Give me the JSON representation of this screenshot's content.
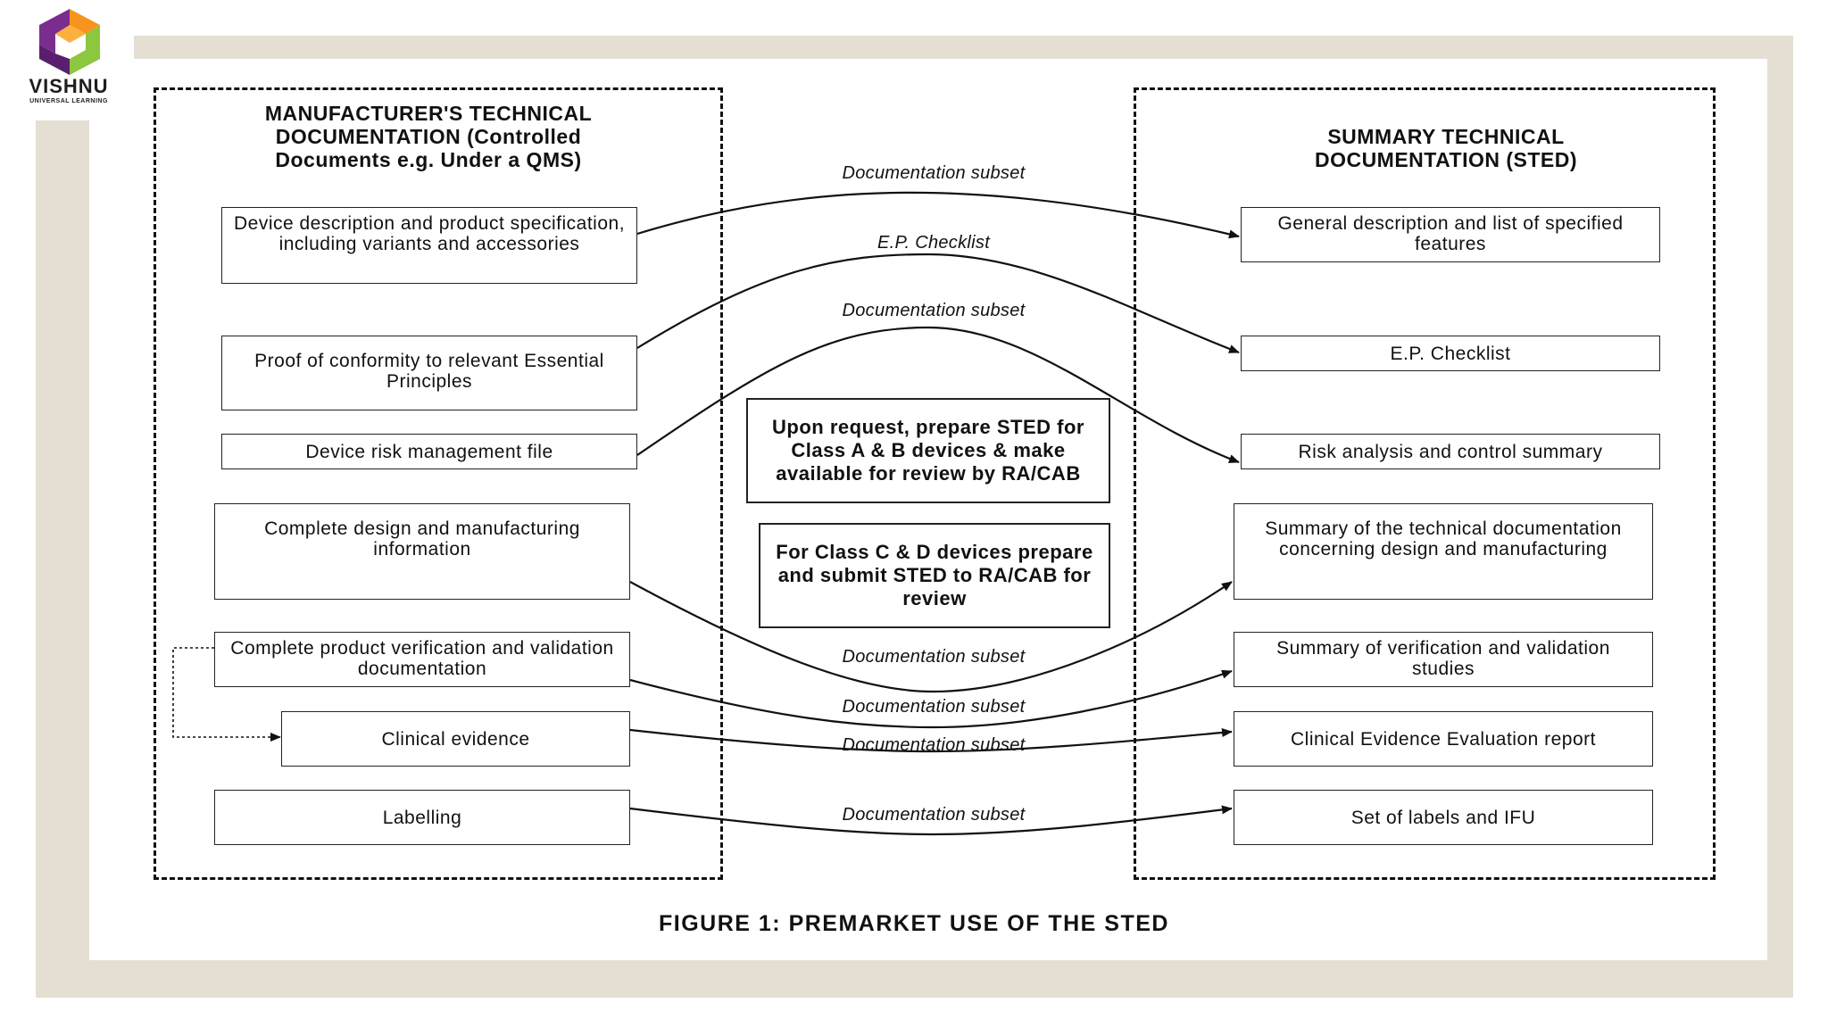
{
  "logo": {
    "name": "VISHNU",
    "tagline": "UNIVERSAL LEARNING"
  },
  "left_panel": {
    "heading": "MANUFACTURER'S TECHNICAL DOCUMENTATION (Controlled Documents e.g. Under a QMS)",
    "boxes": [
      "Device description and product specification, including variants and accessories",
      "Proof of conformity to relevant Essential Principles",
      "Device risk management file",
      "Complete design and manufacturing information",
      "Complete product verification and validation documentation",
      "Clinical evidence",
      "Labelling"
    ]
  },
  "right_panel": {
    "heading": "SUMMARY TECHNICAL DOCUMENTATION (STED)",
    "boxes": [
      "General description and list of specified features",
      "E.P. Checklist",
      "Risk analysis and control summary",
      "Summary of the technical documentation concerning design and manufacturing",
      "Summary of verification and validation studies",
      "Clinical Evidence Evaluation report",
      "Set of labels and IFU"
    ]
  },
  "center_boxes": [
    "Upon request, prepare STED for Class A & B devices & make available for review by RA/CAB",
    "For Class C & D devices prepare and submit STED to RA/CAB for review"
  ],
  "flow_labels": [
    "Documentation subset",
    "E.P. Checklist",
    "Documentation subset",
    "Documentation subset",
    "Documentation subset",
    "Documentation subset",
    "Documentation subset"
  ],
  "caption": "FIGURE 1:  PREMARKET USE OF THE STED",
  "colors": {
    "frame": "#e4dfd2",
    "logo_orange": "#f7941d",
    "logo_purple": "#7b2d8e",
    "logo_green": "#8dc63f"
  }
}
